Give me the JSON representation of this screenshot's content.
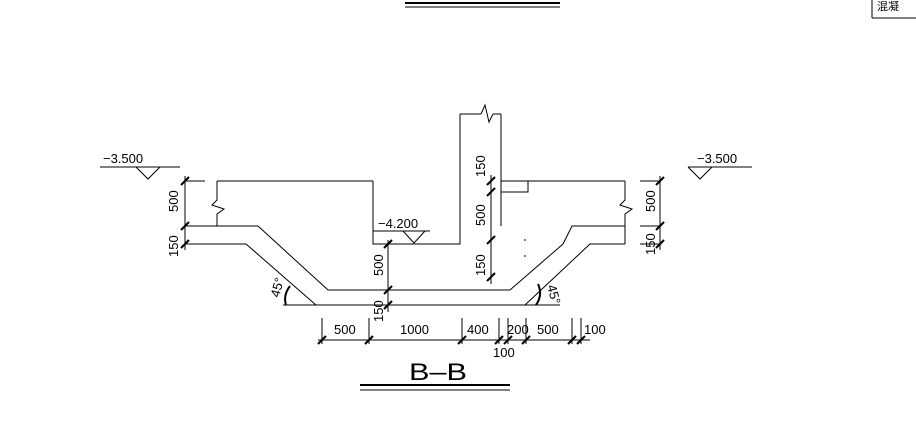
{
  "drawing": {
    "title": "B–B",
    "corner_label": "混凝",
    "elevations": {
      "left": "−3.500",
      "right": "−3.500",
      "center": "−4.200"
    },
    "dims": {
      "left_500": "500",
      "left_150": "150",
      "right_500": "500",
      "right_150": "150",
      "center_500": "500",
      "center_150": "150",
      "wall_150_top": "150",
      "wall_500": "500",
      "wall_150_bottom": "150",
      "bottom_500_a": "500",
      "bottom_1000": "1000",
      "bottom_400": "400",
      "bottom_200": "200",
      "bottom_500_b": "500",
      "bottom_100_right": "100",
      "bottom_100_below": "100"
    },
    "angles": {
      "left": "45°",
      "right": "45°"
    }
  }
}
